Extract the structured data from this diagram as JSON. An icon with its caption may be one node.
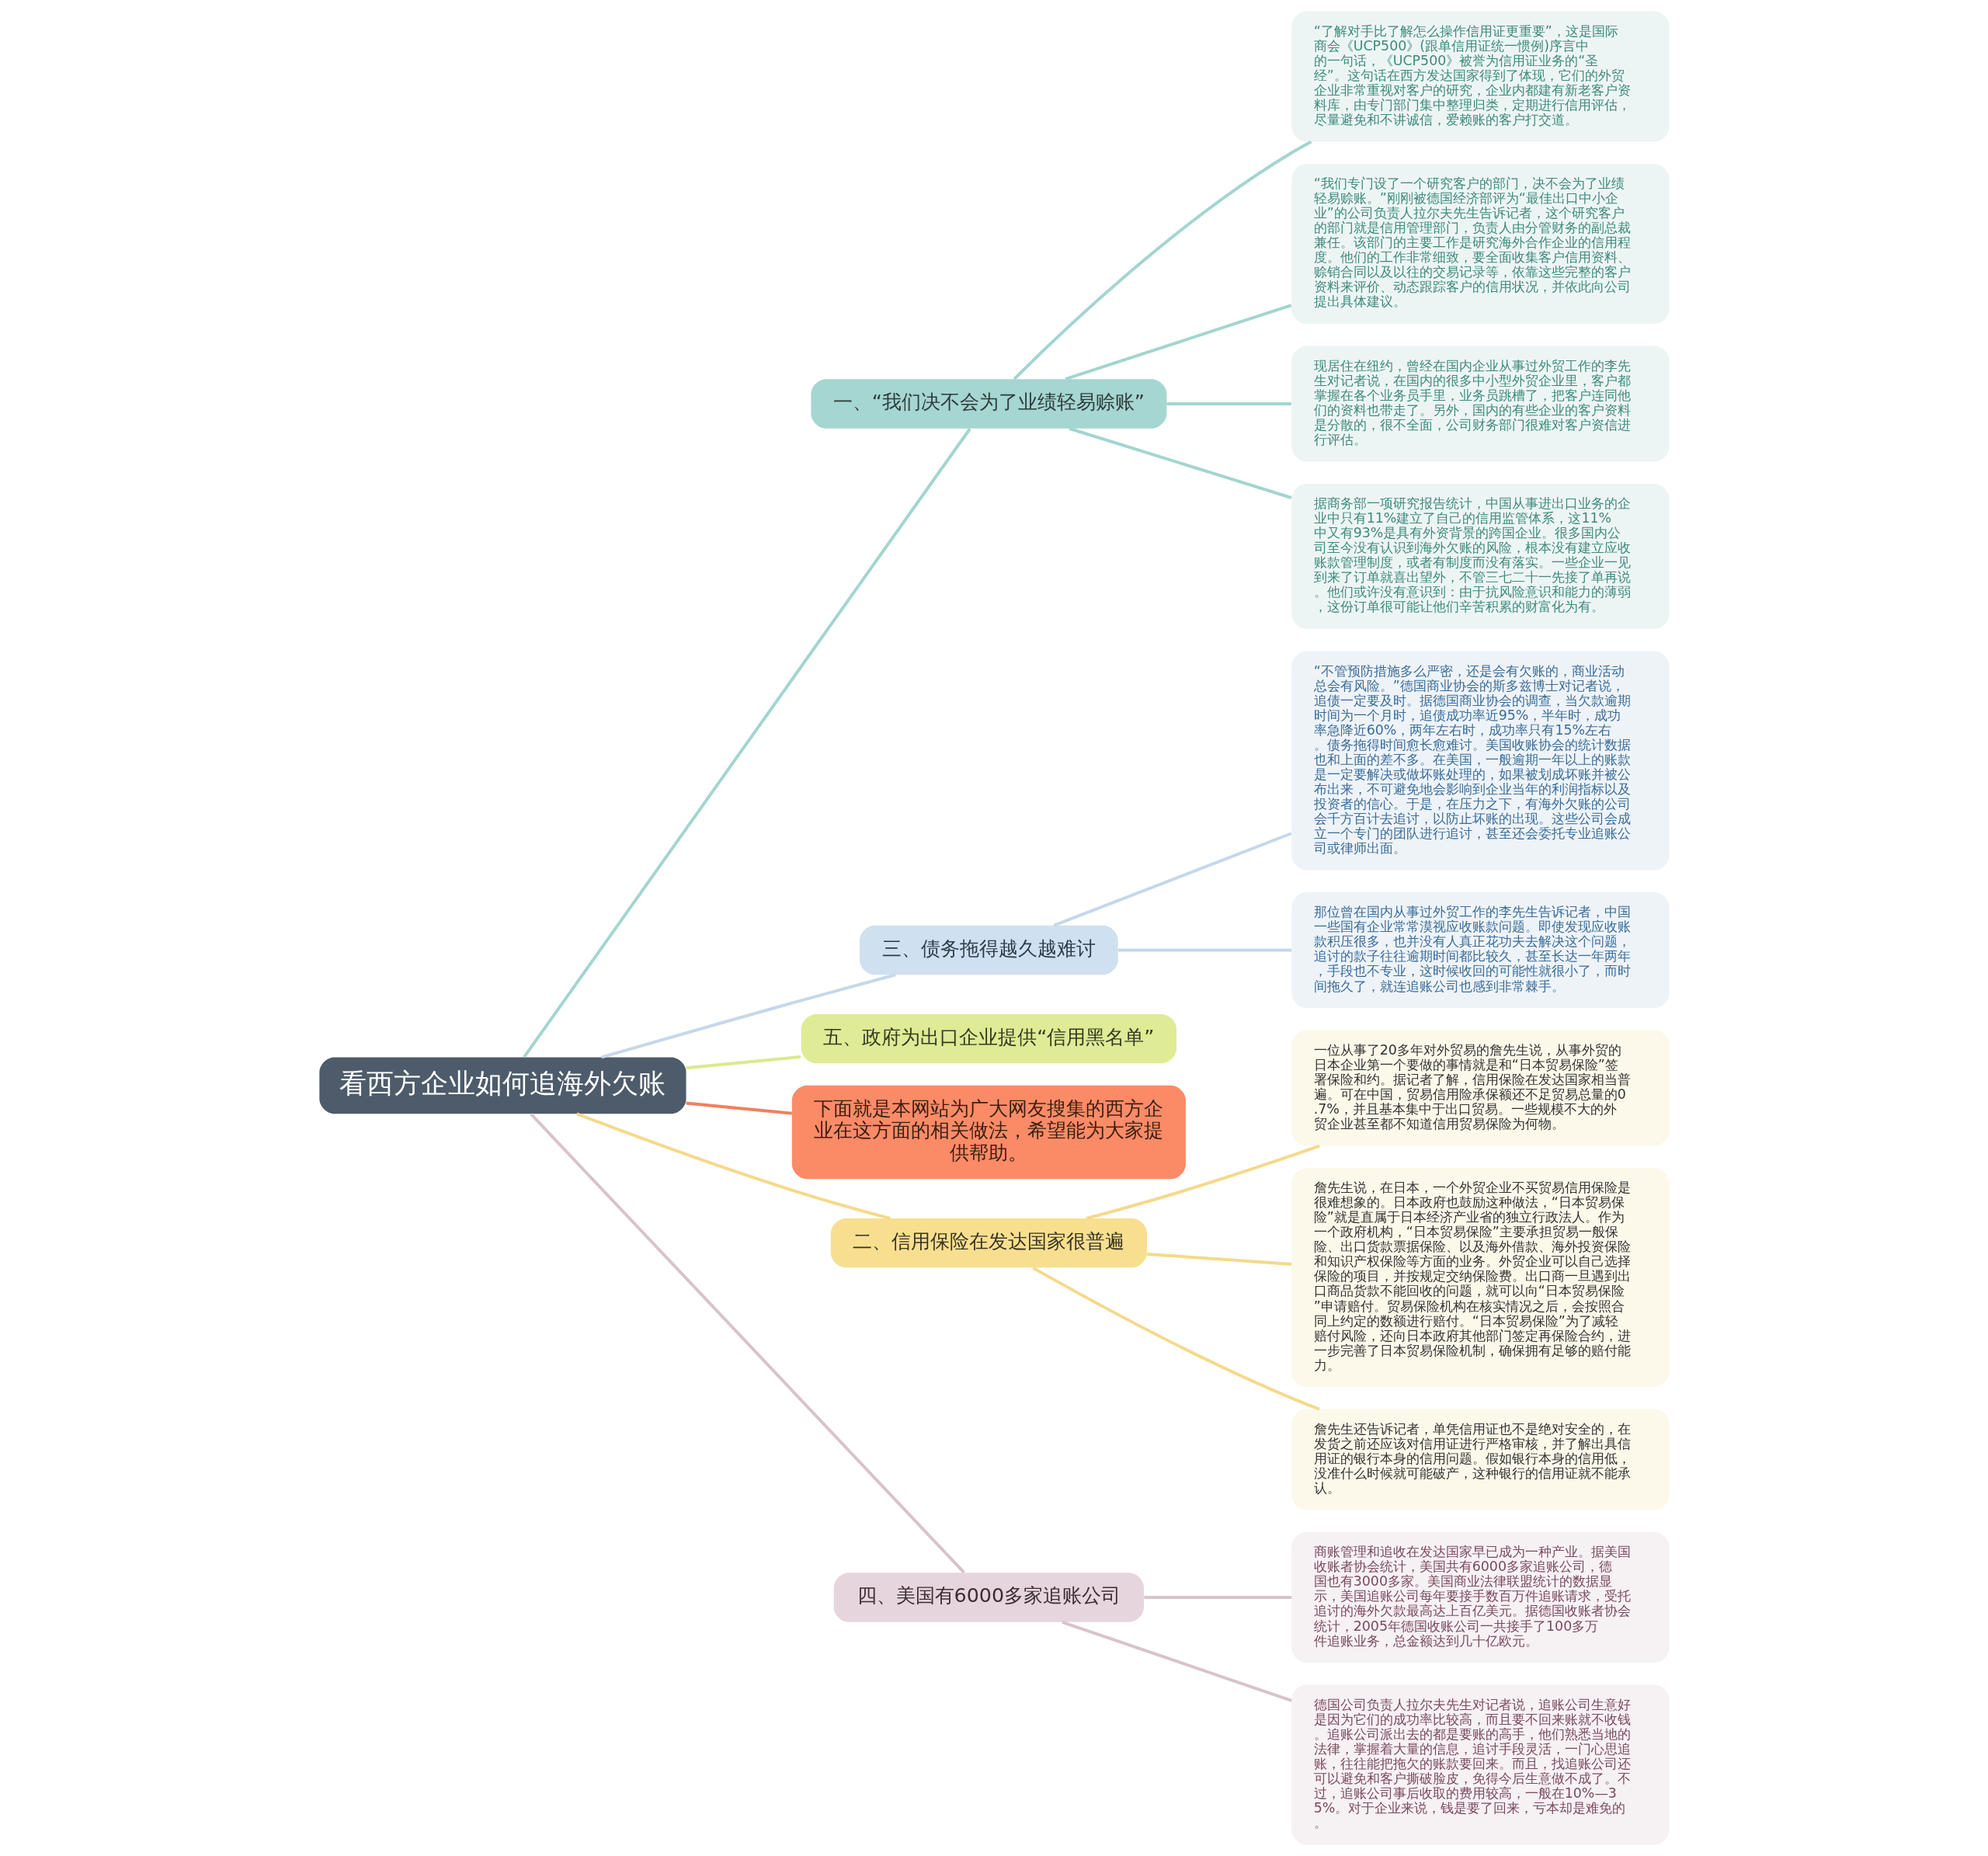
{
  "diagram": {
    "nodes": [
      {
        "text": [
          "看西方企业如何追海外欠账"
        ]
      },
      {
        "text": [
          "一、“我们决不会为了业绩轻易赊账”"
        ]
      },
      {
        "text": [
          "“了解对手比了解怎么操作信用证更重要”，这是国际商会《UCP500》(跟单信用证统一惯例)序言中的一句话，《UCP500》被誉为信用证业务的“圣经”。这句话在西方发达国家得到了体现，它们的外贸企业非常重视对客户的研究，企业内都建有新老客户资料库，由专门部门集中整理归类，定期进行信用评估，尽量避免和不讲诚信，爱赖账的客户打交道。"
        ]
      },
      {
        "text": [
          "“我们专门设了一个研究客户的部门，决不会为了业绩轻易赊账。”刚刚被德国经济部评为“最佳出口中小企业”的公司负责人拉尔夫先生告诉记者，这个研究客户的部门就是信用管理部门，负责人由分管财务的副总裁兼任。该部门的主要工作是研究海外合作企业的信用程度。他们的工作非常细致，要全面收集客户信用资料、赊销合同以及以往的交易记录等，依靠这些完整的客户资料来评价、动态跟踪客户的信用状况，并依此向公司提出具体建议。"
        ]
      },
      {
        "text": [
          "现居住在纽约，曾经在国内企业从事过外贸工作的李先生对记者说，在国内的很多中小型外贸企业里，客户都掌握在各个业务员手里，业务员跳槽了，把客户连同他们的资料也带走了。另外，国内的有些企业的客户资料是分散的，很不全面，公司财务部门很难对客户资信进行评估。"
        ]
      },
      {
        "text": [
          "据商务部一项研究报告统计，中国从事进出口业务的企业中只有11%建立了自己的信用监管体系，这11%中又有93%是具有外资背景的跨国企业。很多国内公司至今没有认识到海外欠账的风险，根本没有建立应收账款管理制度，或者有制度而没有落实。一些企业一见到来了订单就喜出望外，不管三七二十一先接了单再说。他们或许没有意识到：由于抗风险意识和能力的薄弱，这份订单很可能让他们辛苦积累的财富化为有。"
        ]
      },
      {
        "text": [
          "三、债务拖得越久越难讨"
        ]
      },
      {
        "text": [
          "“不管预防措施多么严密，还是会有欠账的，商业活动总会有风险。”德国商业协会的斯多兹博士对记者说，追债一定要及时。据德国商业协会的调查，当欠款逾期时间为一个月时，追债成功率近95%，半年时，成功率急降近60%，两年左右时，成功率只有15%左右。债务拖得时间愈长愈难讨。美国收账协会的统计数据也和上面的差不多。在美国，一般逾期一年以上的账款是一定要解决或做坏账处理的，如果被划成坏账并被公布出来，不可避免地会影响到企业当年的利润指标以及投资者的信心。于是，在压力之下，有海外欠账的公司会千方百计去追讨，以防止坏账的出现。这些公司会成立一个专门的团队进行追讨，甚至还会委托专业追账公司或律师出面。"
        ]
      },
      {
        "text": [
          "那位曾在国内从事过外贸工作的李先生告诉记者，中国一些国有企业常常漠视应收账款问题。即使发现应收账款积压很多，也并没有人真正花功夫去解决这个问题，追讨的款子往往逾期时间都比较久，甚至长达一年两年，手段也不专业，这时候收回的可能性就很小了，而时间拖久了，就连追账公司也感到非常棘手。"
        ]
      },
      {
        "text": [
          "五、政府为出口企业提供“信用黑名单”"
        ]
      },
      {
        "text": [
          "下面就是本网站为广大网友搜集的西方企业在这方面的相关做法，希望能为大家提供帮助。"
        ]
      },
      {
        "text": [
          "二、信用保险在发达国家很普遍"
        ]
      },
      {
        "text": [
          "一位从事了20多年对外贸易的詹先生说，从事外贸的日本企业第一个要做的事情就是和“日本贸易保险”签署保险和约。据记者了解，信用保险在发达国家相当普遍。可在中国，贸易信用险承保额还不足贸易总量的0.7%，并且基本集中于出口贸易。一些规模不大的外贸企业甚至都不知道信用贸易保险为何物。"
        ]
      },
      {
        "text": [
          "詹先生说，在日本，一个外贸企业不买贸易信用保险是很难想象的。日本政府也鼓励这种做法，“日本贸易保险”就是直属于日本经济产业省的独立行政法人。作为一个政府机构，“日本贸易保险”主要承担贸易一般保险、出口货款票据保险、以及海外借款、海外投资保险和知识产权保险等方面的业务。外贸企业可以自己选择保险的项目，并按规定交纳保险费。出口商一旦遇到出口商品货款不能回收的问题，就可以向“日本贸易保险”申请赔付。贸易保险机构在核实情况之后，会按照合同上约定的数额进行赔付。“日本贸易保险”为了减轻赔付风险，还向日本政府其他部门签定再保险合约，进一步完善了日本贸易保险机制，确保拥有足够的赔付能力。"
        ]
      },
      {
        "text": [
          "詹先生还告诉记者，单凭信用证也不是绝对安全的，在发货之前还应该对信用证进行严格审核，并了解出具信用证的银行本身的信用问题。假如银行本身的信用低，没准什么时候就可能破产，这种银行的信用证就不能承认。"
        ]
      },
      {
        "text": [
          "四、美国有6000多家追账公司"
        ]
      },
      {
        "text": [
          "商账管理和追收在发达国家早已成为一种产业。据美国收账者协会统计，美国共有6000多家追账公司，德国也有3000多家。美国商业法律联盟统计的数据显示，美国追账公司每年要接手数百万件追账请求，受托追讨的海外欠款最高达上百亿美元。据德国收账者协会统计，2005年德国收账公司一共接手了100多万件追账业务，总金额达到几十亿欧元。"
        ]
      },
      {
        "text": [
          "德国公司负责人拉尔夫先生对记者说，追账公司生意好是因为它们的成功率比较高，而且要不回来账就不收钱。追账公司派出去的都是要账的高手，他们熟悉当地的法律，掌握着大量的信息，追讨手段灵活，一门心思追账，往往能把拖欠的账款要回来。而且，找追账公司还可以避免和客户撕破脸皮，免得今后生意做不成了。不过，追账公司事后收取的费用较高，一般在10%—35%。对于企业来说，钱是要了回来，亏本却是难免的。"
        ]
      }
    ],
    "edges": [
      {
        "from": 0,
        "to": 1,
        "arrow": "none",
        "color": "#a3d5d0"
      },
      {
        "from": 1,
        "to": 2,
        "arrow": "none",
        "color": "#a3d5d0"
      },
      {
        "from": 1,
        "to": 3,
        "arrow": "none",
        "color": "#a3d5d0"
      },
      {
        "from": 1,
        "to": 4,
        "arrow": "none",
        "color": "#a3d5d0"
      },
      {
        "from": 1,
        "to": 5,
        "arrow": "none",
        "color": "#a3d5d0"
      },
      {
        "from": 0,
        "to": 6,
        "arrow": "none",
        "color": "#c5d8ea"
      },
      {
        "from": 6,
        "to": 7,
        "arrow": "none",
        "color": "#c5d8ea"
      },
      {
        "from": 6,
        "to": 8,
        "arrow": "none",
        "color": "#c5d8ea"
      },
      {
        "from": 0,
        "to": 9,
        "arrow": "none",
        "color": "#dce98c"
      },
      {
        "from": 0,
        "to": 10,
        "arrow": "none",
        "color": "#f0805f"
      },
      {
        "from": 0,
        "to": 11,
        "arrow": "none",
        "color": "#f5d98a"
      },
      {
        "from": 11,
        "to": 12,
        "arrow": "none",
        "color": "#f5d98a"
      },
      {
        "from": 11,
        "to": 13,
        "arrow": "none",
        "color": "#f5d98a"
      },
      {
        "from": 11,
        "to": 14,
        "arrow": "none",
        "color": "#f5d98a"
      },
      {
        "from": 0,
        "to": 15,
        "arrow": "none",
        "color": "#d8c3cb"
      },
      {
        "from": 15,
        "to": 16,
        "arrow": "none",
        "color": "#d8c3cb"
      },
      {
        "from": 15,
        "to": 17,
        "arrow": "none",
        "color": "#d8c3cb"
      }
    ]
  }
}
